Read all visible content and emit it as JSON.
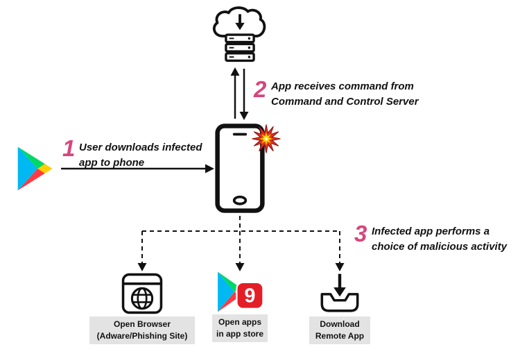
{
  "colors": {
    "step_number": "#d6457e",
    "label_background": "#e3e3e3",
    "play_blue": "#00b9f2",
    "play_green": "#00d864",
    "play_yellow": "#ffcf00",
    "play_red": "#ff3a44",
    "badge_red": "#e41e26",
    "burst_outer": "#e33022",
    "burst_inner": "#ffd400"
  },
  "steps": {
    "step1": {
      "number": "1",
      "line1": "User downloads infected",
      "line2": "app to phone"
    },
    "step2": {
      "number": "2",
      "line1": "App receives command from",
      "line2": "Command and Control Server"
    },
    "step3": {
      "number": "3",
      "line1": "Infected app performs a",
      "line2": "choice of malicious activity"
    }
  },
  "outcomes": {
    "browser": {
      "line1": "Open Browser",
      "line2": "(Adware/Phishing Site)"
    },
    "appstore": {
      "line1": "Open apps",
      "line2": "in app store",
      "badge": "9"
    },
    "download": {
      "line1": "Download",
      "line2": "Remote App"
    }
  },
  "icons": {
    "server": "cloud-command-control-server-icon",
    "phone": "smartphone-icon",
    "burst": "malware-burst-icon",
    "play": "google-play-icon",
    "browser": "browser-globe-icon",
    "appstore": "nine-apps-store-icon",
    "download": "download-tray-icon"
  }
}
